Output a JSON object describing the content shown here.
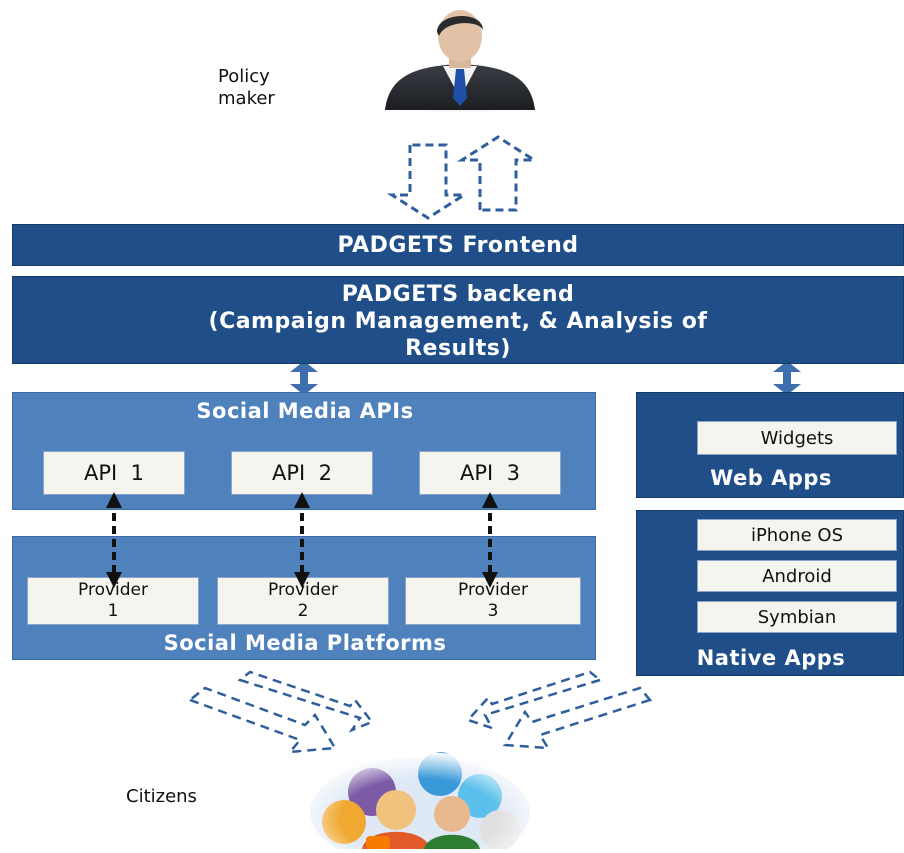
{
  "labels": {
    "policy_maker_line1": "Policy",
    "policy_maker_line2": "maker",
    "citizens": "Citizens"
  },
  "frontend": {
    "title": "PADGETS Frontend"
  },
  "backend": {
    "line1": "PADGETS backend",
    "line2": "(Campaign Management,  & Analysis of",
    "line3": "Results)"
  },
  "social_media_apis": {
    "title": "Social Media APIs",
    "items": [
      "API  1",
      "API  2",
      "API  3"
    ]
  },
  "social_media_platforms": {
    "title": "Social Media Platforms",
    "providers": [
      {
        "line1": "Provider",
        "line2": "1"
      },
      {
        "line1": "Provider",
        "line2": "2"
      },
      {
        "line1": "Provider",
        "line2": "3"
      }
    ]
  },
  "web_apps": {
    "title": "Web Apps",
    "items": [
      "Widgets"
    ]
  },
  "native_apps": {
    "title": "Native Apps",
    "items": [
      "iPhone OS",
      "Android",
      "Symbian"
    ]
  },
  "colors": {
    "dark_blue": "#1f4e89",
    "mid_blue": "#4f81bd",
    "light_box": "#f6f4ef",
    "arrow_blue": "#3d6fae"
  },
  "icons": {
    "policy_maker": "businessman-icon",
    "citizens": "citizens-social-media-icon"
  }
}
